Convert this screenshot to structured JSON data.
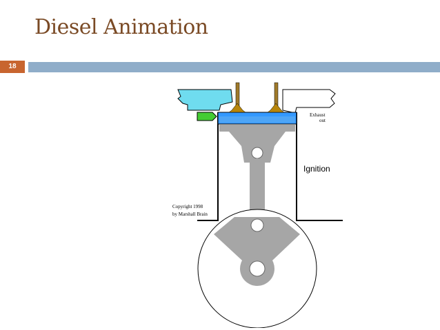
{
  "slide": {
    "title": "Diesel Animation",
    "number": "18"
  },
  "diagram": {
    "label_exhaust_line1": "Exhaust",
    "label_exhaust_line2": "out",
    "label_state": "Ignition",
    "label_copyright_line1": "Copyright 1998",
    "label_copyright_line2": "by Marshall Brain",
    "colors": {
      "intake_air": "#6fdcef",
      "fuel_injector": "#44cc33",
      "combustion": "#3399ff",
      "valve": "#a07a2a",
      "valve_seat": "#b8860b",
      "piston_rod": "#a6a6a6",
      "outline": "#000000"
    }
  }
}
